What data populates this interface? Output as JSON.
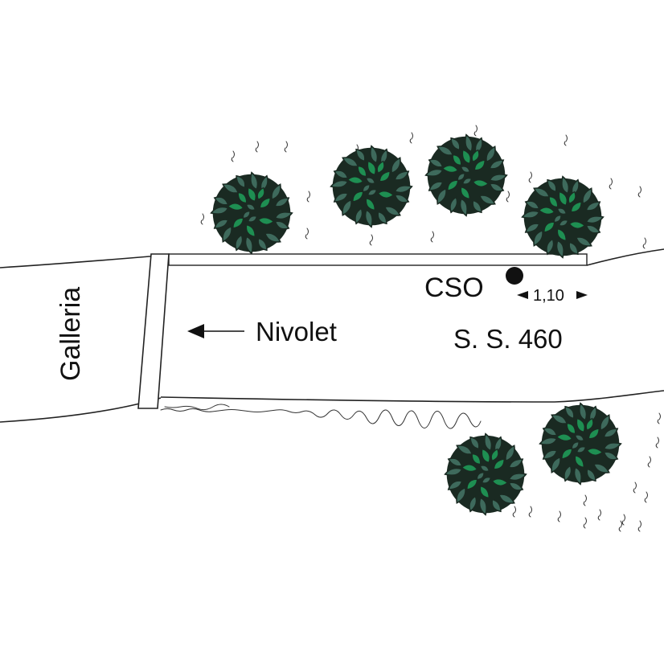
{
  "labels": {
    "tunnel": "Galleria",
    "direction": "Nivolet",
    "station": "CSO",
    "distance": "1,10",
    "road": "S. S. 460"
  },
  "colors": {
    "ink": "#111111",
    "bush_dark": "#3e6a5c",
    "bush_light": "#1e8f52",
    "bush_outline": "#1a2a22",
    "station_marker": "#111111"
  },
  "icons": [
    "bush-icon",
    "station-marker-icon",
    "direction-arrow-icon",
    "grass-tuft-icon"
  ]
}
